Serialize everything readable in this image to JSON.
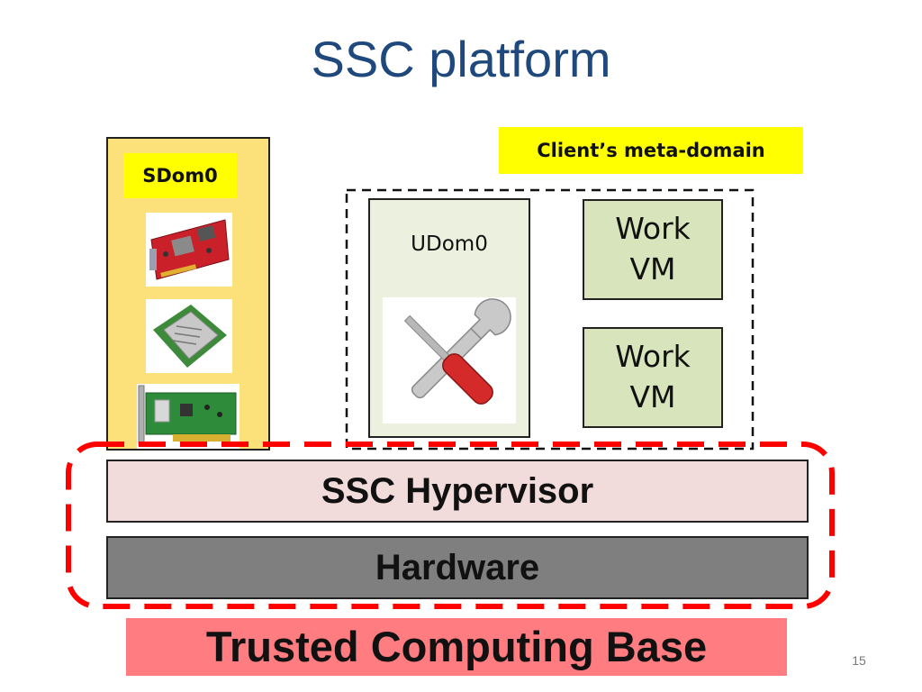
{
  "slide": {
    "title": "SSC platform",
    "page_number": "15"
  },
  "sdom0": {
    "label": "SDom0",
    "hardware_icons": [
      "graphics-card-icon",
      "cpu-chip-icon",
      "network-card-icon"
    ]
  },
  "meta_domain": {
    "label": "Client’s meta-domain",
    "udom0": {
      "label": "UDom0",
      "icon": "wrench-screwdriver-icon"
    },
    "work_vms": [
      {
        "label_line1": "Work",
        "label_line2": "VM"
      },
      {
        "label_line1": "Work",
        "label_line2": "VM"
      }
    ]
  },
  "layers": {
    "hypervisor": "SSC Hypervisor",
    "hardware": "Hardware",
    "tcb": "Trusted Computing Base"
  },
  "colors": {
    "title": "#1F497D",
    "sdom_fill": "#FCE07A",
    "label_highlight": "#FFFF00",
    "udom_fill": "#EBF1DE",
    "work_vm_fill": "#D8E4BC",
    "hypervisor_fill": "#F2DCDB",
    "hardware_fill": "#7F7F7F",
    "tcb_fill": "#FF7C80",
    "tcb_outline": "#FF0000"
  }
}
